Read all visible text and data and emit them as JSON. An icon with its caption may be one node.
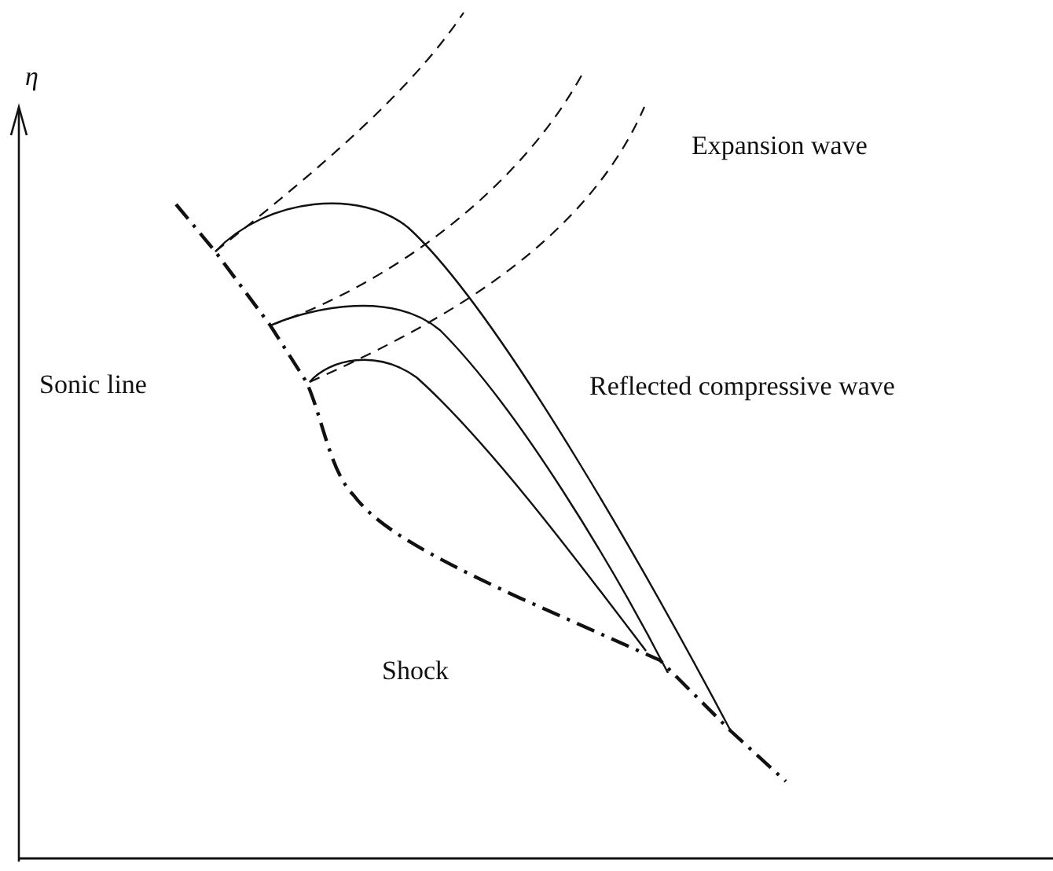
{
  "diagram": {
    "labels": [
      "η",
      "Expansion wave",
      "Sonic line",
      "Reflected compressive wave",
      "Shock"
    ]
  }
}
